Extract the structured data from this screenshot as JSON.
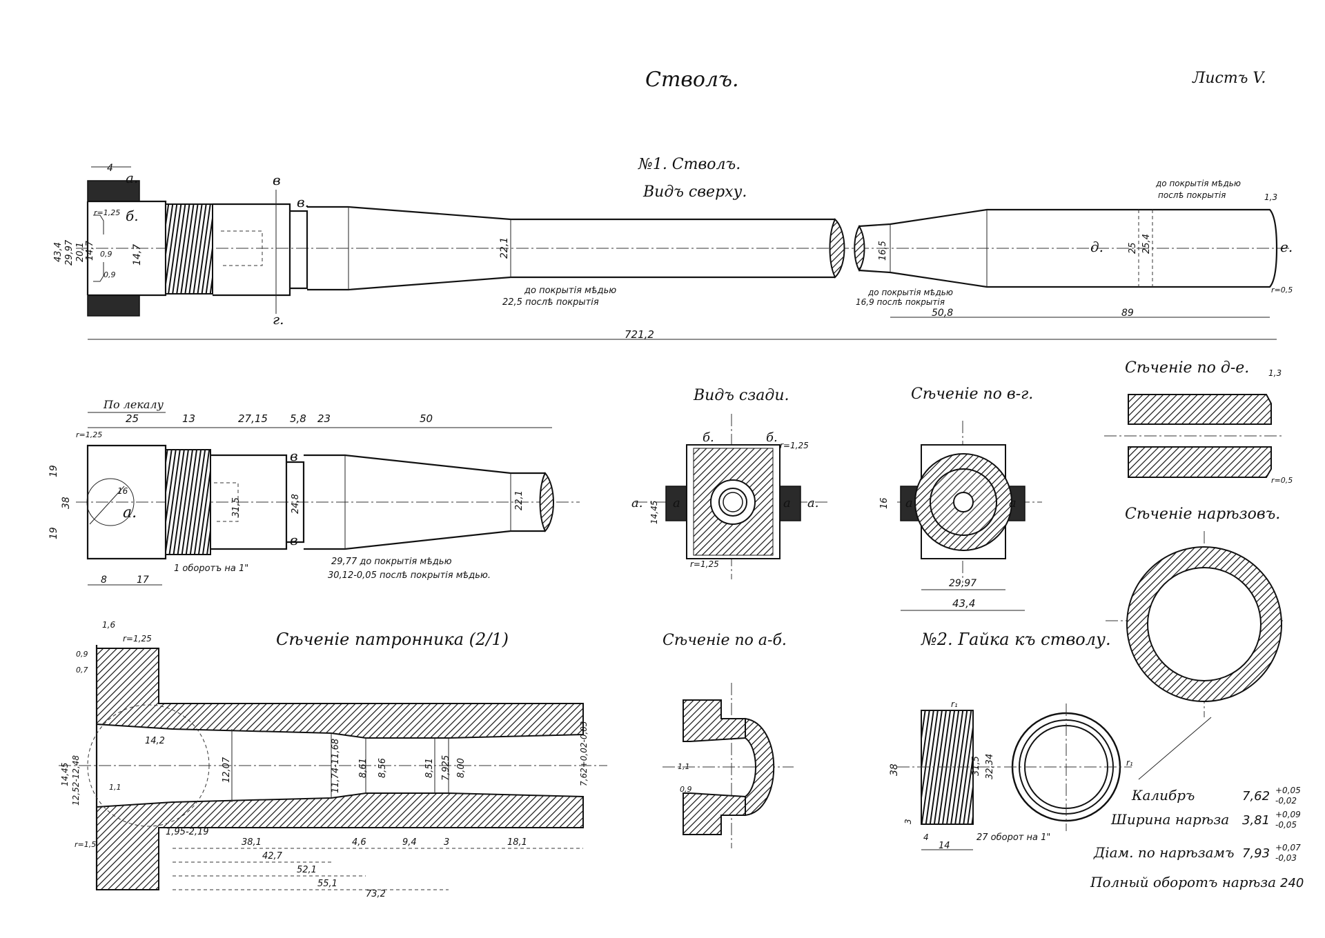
{
  "sheet": {
    "title": "Стволъ.",
    "sheet_no": "Листъ V."
  },
  "barrel_top": {
    "title": "№1. Стволъ.",
    "subtitle": "Видъ сверху.",
    "letters": {
      "a": "а.",
      "b": "б.",
      "v": "в",
      "g": "г.",
      "v2": "в.",
      "d": "д.",
      "e": "е."
    },
    "dims": {
      "d4": "4",
      "r125": "r=1,25",
      "h434": "43,4",
      "h2997": "29,97",
      "h201": "20,1",
      "h147a": "14,7",
      "h147b": "14,7",
      "d09a": "0,9",
      "d09b": "0,9",
      "d221": "22,1",
      "note_before_copper": "до покрытія мѣдью",
      "note_after_copper": "22,5 послѣ покрытія",
      "d165": "16,5",
      "note_before2": "до покрытія мѣдью",
      "note_after2": "16,9 послѣ покрытія",
      "d25": "25",
      "d254": "25,4",
      "note_before3": "до покрытія мѣдью",
      "note_after3": "послѣ покрытія",
      "d13": "1,3",
      "r05": "r=0,5",
      "d508": "50,8",
      "d89": "89",
      "total": "721,2"
    }
  },
  "barrel_side": {
    "label_left": "По лекалу",
    "segments": [
      "25",
      "13",
      "27,15",
      "5,8",
      "23",
      "50"
    ],
    "r125": "r=1,25",
    "h19a": "19",
    "h38": "38",
    "h19b": "19",
    "radius16": "16",
    "letter_a": "а.",
    "letter_v": "в",
    "letter_v2": "в",
    "d315": "31,5",
    "d248": "24,8",
    "d221": "22,1",
    "turn_note": "1 оборотъ на 1\"",
    "note1": "29,77 до покрытія мѣдью",
    "note2": "30,12-0,05 послѣ покрытія мѣдью.",
    "d8": "8",
    "d17": "17"
  },
  "rear_view": {
    "title": "Видъ сзади.",
    "letters": [
      "б.",
      "б.",
      "а.",
      "а",
      "а",
      "а."
    ],
    "r125a": "r=1,25",
    "r125b": "r=1,25",
    "d1445": "14,45"
  },
  "section_vg": {
    "title": "Сѣченіе по в-г.",
    "d16": "16",
    "letters": [
      "а",
      "а"
    ],
    "d2997": "29,97",
    "d434": "43,4"
  },
  "section_de": {
    "title": "Сѣченіе по д-е.",
    "d13": "1,3",
    "r05": "r=0,5"
  },
  "section_grooves": {
    "title": "Сѣченіе нарѣзовъ."
  },
  "chamber": {
    "title": "Сѣченіе патронника (2/1)",
    "d16": "1,6",
    "r125": "r=1,25",
    "d09": "0,9",
    "d07": "0,7",
    "d1445": "14,45",
    "d1252": "12,52-12,48",
    "d11": "1,1",
    "d142": "14,2",
    "d1207": "12,07",
    "d1174": "11,74-11,68",
    "d861": "8,61",
    "d856": "8,56",
    "d851": "8,51",
    "d7925": "7,925",
    "d800": "8,00",
    "d762": "7,62+0,02-0,03",
    "r15": "r=1,5",
    "l": [
      "1,95-2,19",
      "38,1",
      "4,6",
      "9,4",
      "3",
      "18,1"
    ],
    "l427": "42,7",
    "l521": "52,1",
    "l551": "55,1",
    "l732": "73,2"
  },
  "section_ab": {
    "title": "Сѣченіе по а-б.",
    "d11": "1,1",
    "d09": "0,9"
  },
  "nut": {
    "title": "№2. Гайка къ стволу.",
    "d38": "38",
    "d315": "31,5",
    "d3234": "32,34",
    "d3": "3",
    "d4": "4",
    "d14": "14",
    "turn_note": "27 оборот на 1\"",
    "r_a": "r₁",
    "r_b": "r₁"
  },
  "spec": {
    "rows": [
      {
        "label": "Калибръ",
        "value": "7,62",
        "tol_up": "+0,05",
        "tol_dn": "-0,02"
      },
      {
        "label": "Ширина нарѣза",
        "value": "3,81",
        "tol_up": "+0,09",
        "tol_dn": "-0,05"
      },
      {
        "label": "Діам. по нарѣзамъ",
        "value": "7,93",
        "tol_up": "+0,07",
        "tol_dn": "-0,03"
      },
      {
        "label": "Полный оборотъ нарѣза",
        "value": "240",
        "tol_up": "",
        "tol_dn": ""
      }
    ]
  }
}
